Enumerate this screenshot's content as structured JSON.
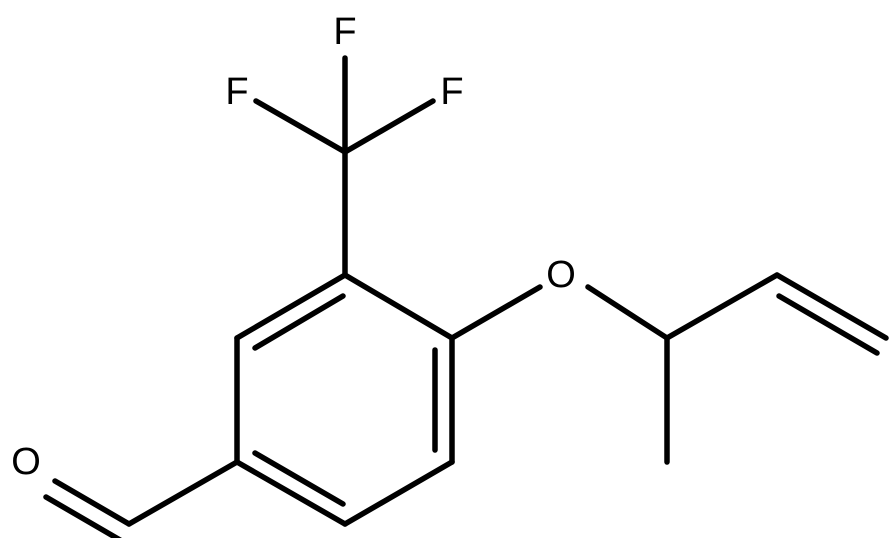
{
  "molecule": {
    "atoms": {
      "F_top": "F",
      "F_left": "F",
      "F_right": "F",
      "O_ether": "O",
      "O_aldehyde": "O"
    }
  }
}
